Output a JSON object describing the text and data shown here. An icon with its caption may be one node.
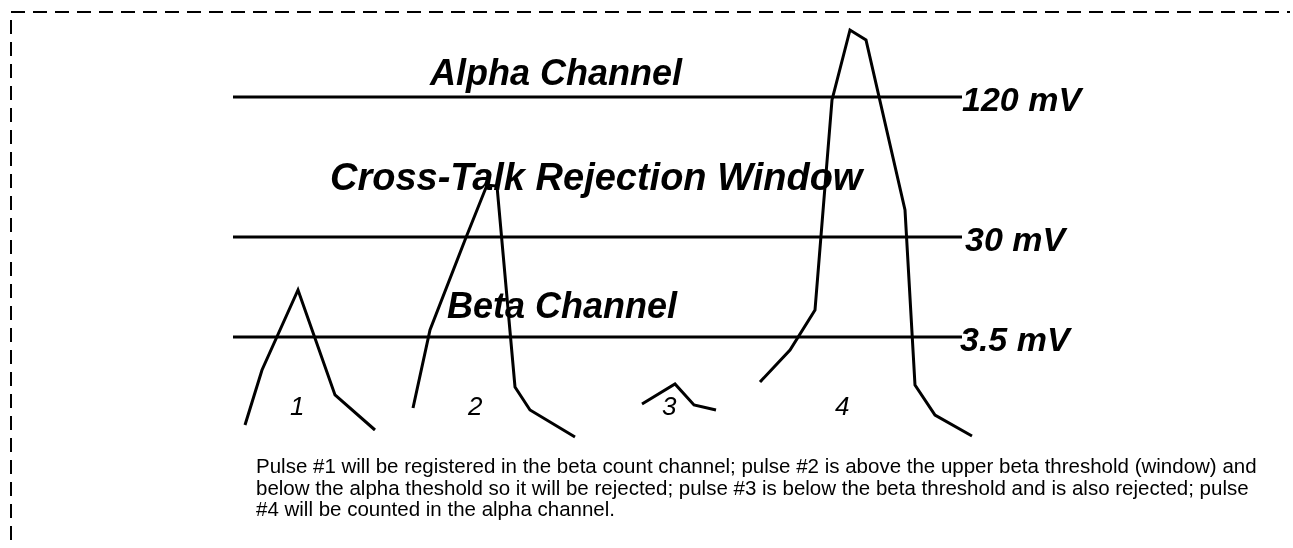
{
  "diagram": {
    "caption": "Pulse #1 will be registered in the beta count channel; pulse #2 is above the upper beta threshold (window) and below the alpha theshold so it will be rejected; pulse #3 is below the beta threshold and is also rejected; pulse #4 will be counted in the alpha channel.",
    "labels": [
      "Alpha Channel",
      "120 mV",
      "Cross-Talk Rejection Window",
      "30 mV",
      "Beta Channel",
      "3.5 mV",
      "1",
      "2",
      "3",
      "4"
    ]
  }
}
